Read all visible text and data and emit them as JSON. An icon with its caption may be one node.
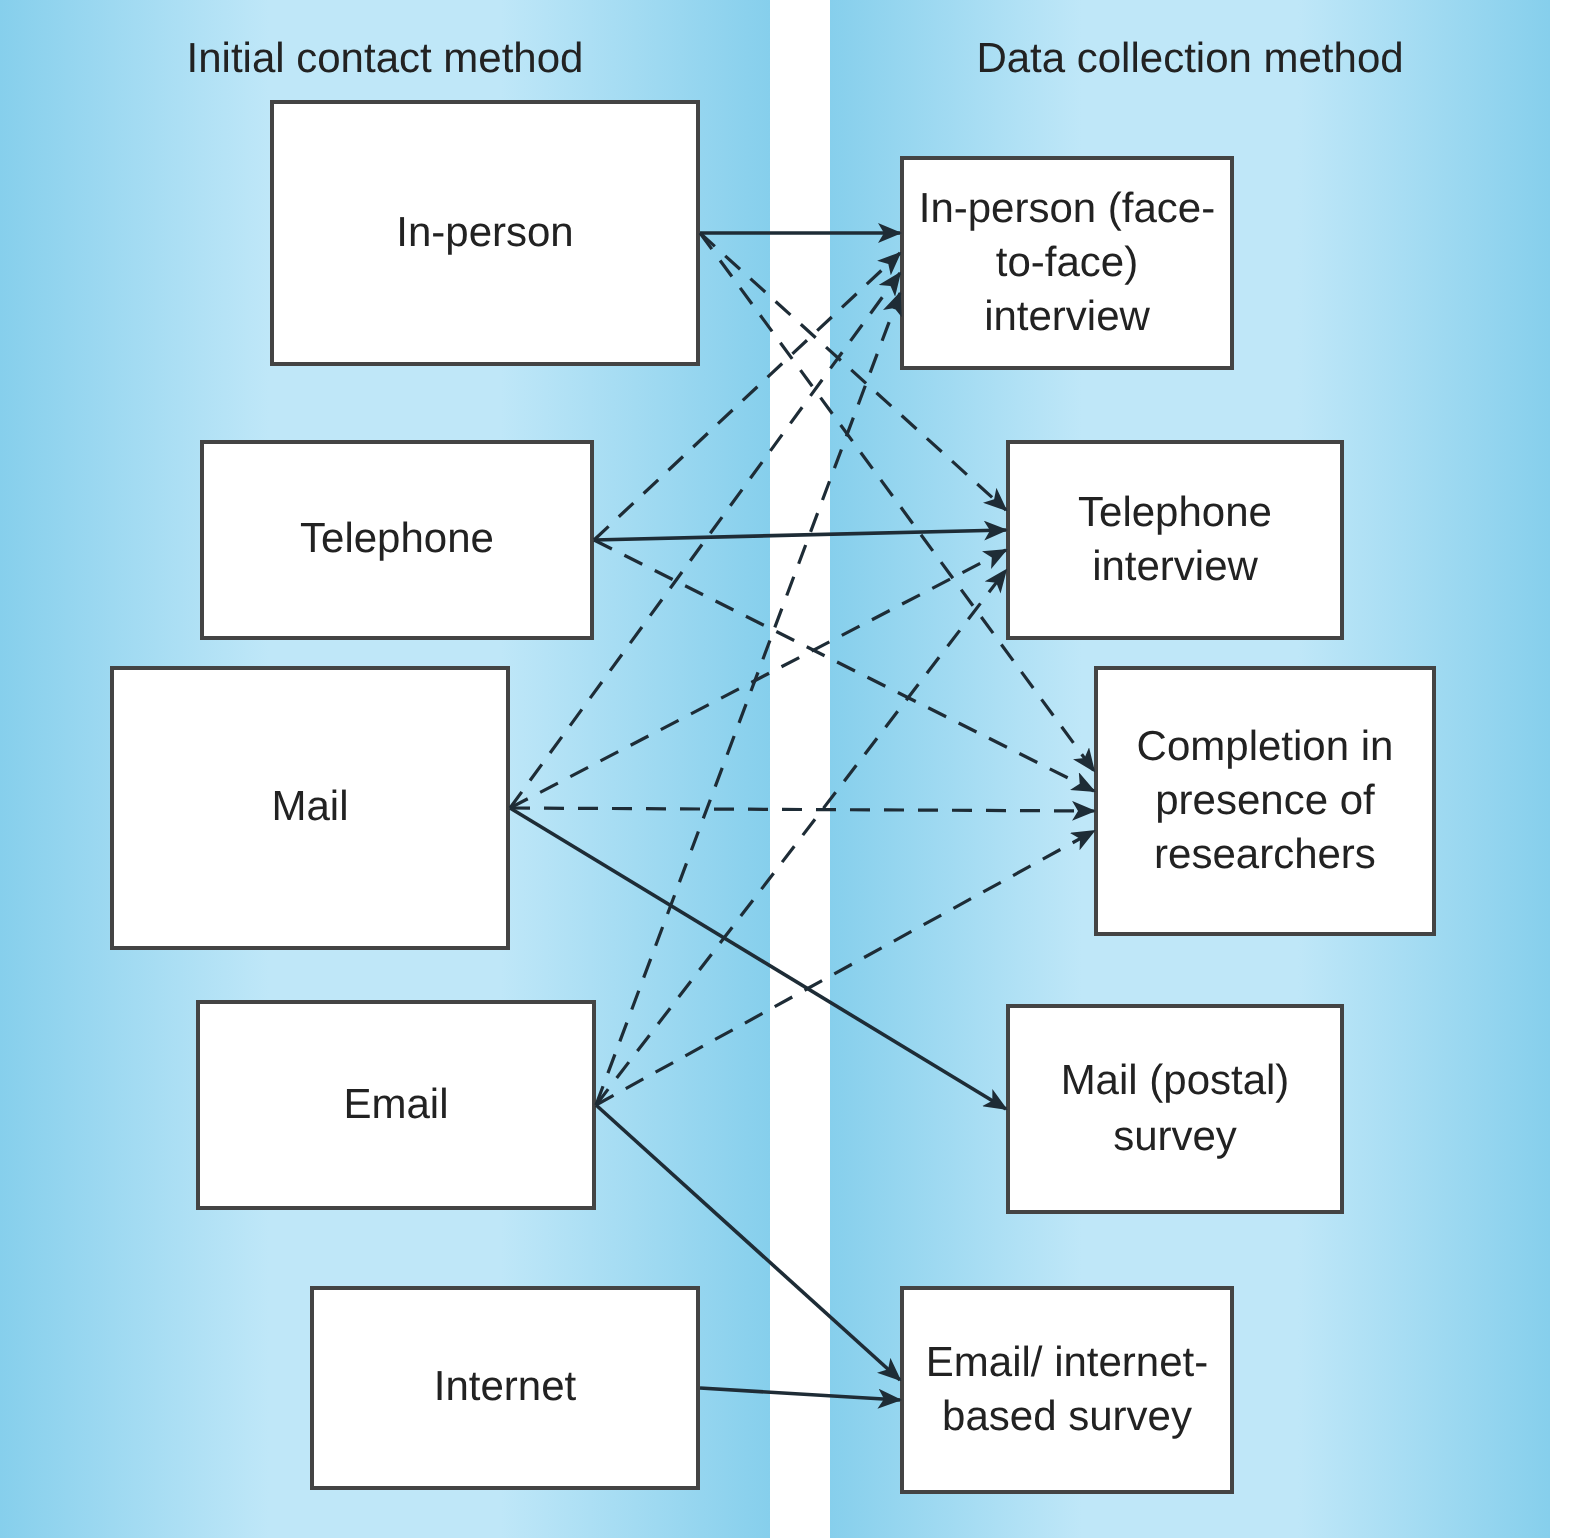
{
  "diagram": {
    "nodes": [
      {
        "text": [
          "Initial contact method"
        ]
      },
      {
        "text": [
          "In-person"
        ],
        "in": 0
      },
      {
        "text": [
          "Telephone"
        ],
        "in": 0
      },
      {
        "text": [
          "Mail"
        ],
        "in": 0
      },
      {
        "text": [
          "Email"
        ],
        "in": 0
      },
      {
        "text": [
          "Internet"
        ],
        "in": 0
      },
      {
        "text": [
          "Data collection method"
        ]
      },
      {
        "text": [
          "In-person (face-to-face) interview"
        ],
        "in": 6
      },
      {
        "text": [
          "Telephone interview"
        ],
        "in": 6
      },
      {
        "text": [
          "Completion in presence of researchers"
        ],
        "in": 6
      },
      {
        "text": [
          "Mail (postal) survey"
        ],
        "in": 6
      },
      {
        "text": [
          "Email/ internet-based survey"
        ],
        "in": 6
      }
    ],
    "edges": [
      {
        "from": 1,
        "to": 7,
        "arrow": "to"
      },
      {
        "from": 1,
        "to": 8,
        "arrow": "to",
        "style": "dashed"
      },
      {
        "from": 1,
        "to": 9,
        "arrow": "to",
        "style": "dashed"
      },
      {
        "from": 2,
        "to": 8,
        "arrow": "to"
      },
      {
        "from": 2,
        "to": 7,
        "arrow": "to",
        "style": "dashed"
      },
      {
        "from": 2,
        "to": 9,
        "arrow": "to",
        "style": "dashed"
      },
      {
        "from": 3,
        "to": 7,
        "arrow": "to",
        "style": "dashed"
      },
      {
        "from": 3,
        "to": 8,
        "arrow": "to",
        "style": "dashed"
      },
      {
        "from": 3,
        "to": 9,
        "arrow": "to",
        "style": "dashed"
      },
      {
        "from": 3,
        "to": 10,
        "arrow": "to"
      },
      {
        "from": 4,
        "to": 7,
        "arrow": "to",
        "style": "dashed"
      },
      {
        "from": 4,
        "to": 8,
        "arrow": "to",
        "style": "dashed"
      },
      {
        "from": 4,
        "to": 9,
        "arrow": "to",
        "style": "dashed"
      },
      {
        "from": 4,
        "to": 11,
        "arrow": "to"
      },
      {
        "from": 5,
        "to": 11,
        "arrow": "to"
      }
    ]
  }
}
